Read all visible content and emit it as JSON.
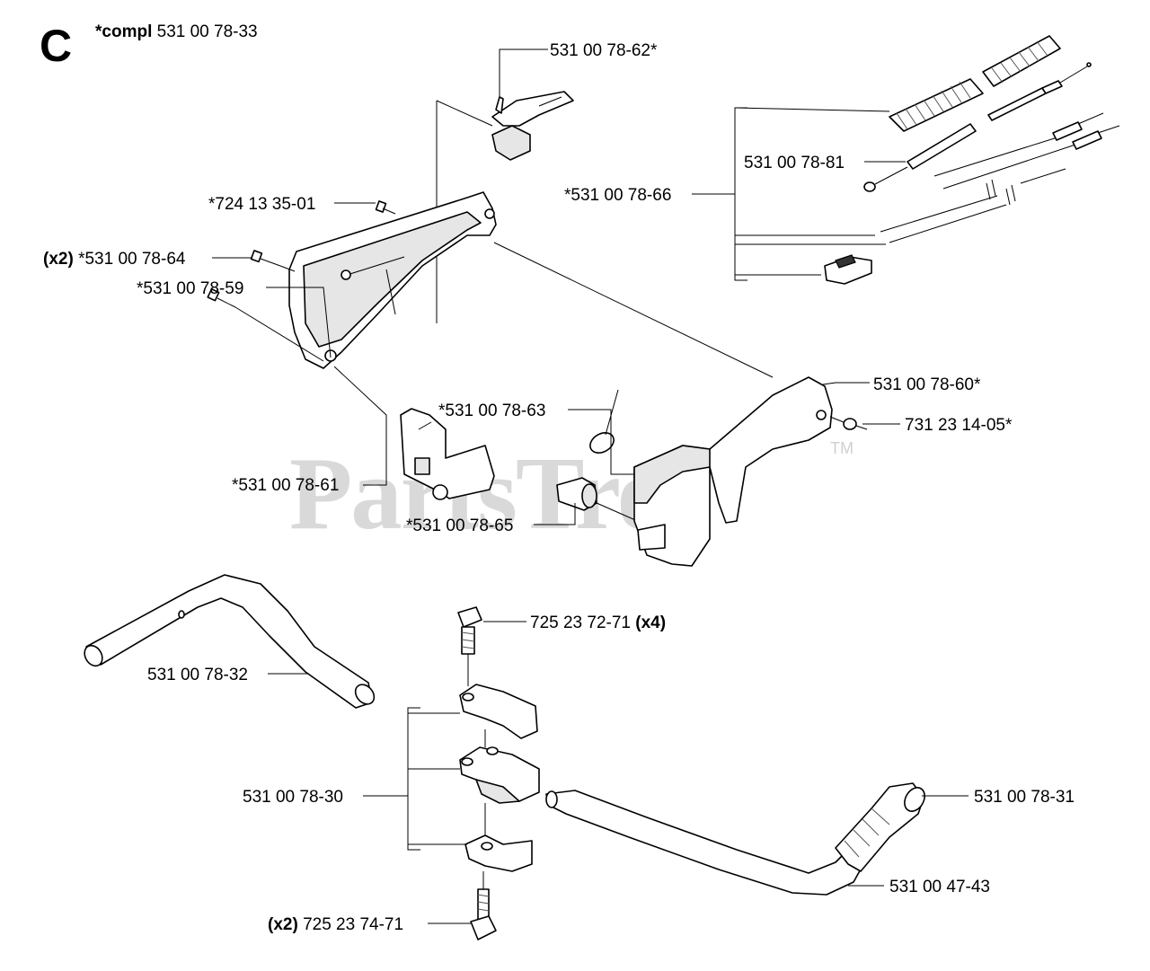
{
  "section_letter": "C",
  "complete": {
    "prefix": "*compl",
    "number": "531 00 78-33"
  },
  "watermark": {
    "text": "PartsTree",
    "tm": "TM"
  },
  "labels": {
    "p62": "531 00 78-62*",
    "p724": "*724 13 35-01",
    "p64_qty": "(x2)",
    "p64": "*531 00 78-64",
    "p81": "531 00 78-81",
    "p66": "*531 00 78-66",
    "p59": "*531 00 78-59",
    "p60": "531 00 78-60*",
    "p63": "*531 00 78-63",
    "p731": "731 23 14-05*",
    "p61": "*531 00 78-61",
    "p65": "*531 00 78-65",
    "p72571": "725 23 72-71",
    "p72571_qty": "(x4)",
    "p32": "531 00 78-32",
    "p30": "531 00 78-30",
    "p31": "531 00 78-31",
    "p4743": "531 00 47-43",
    "p72574_qty": "(x2)",
    "p72574": "725 23 74-71"
  }
}
